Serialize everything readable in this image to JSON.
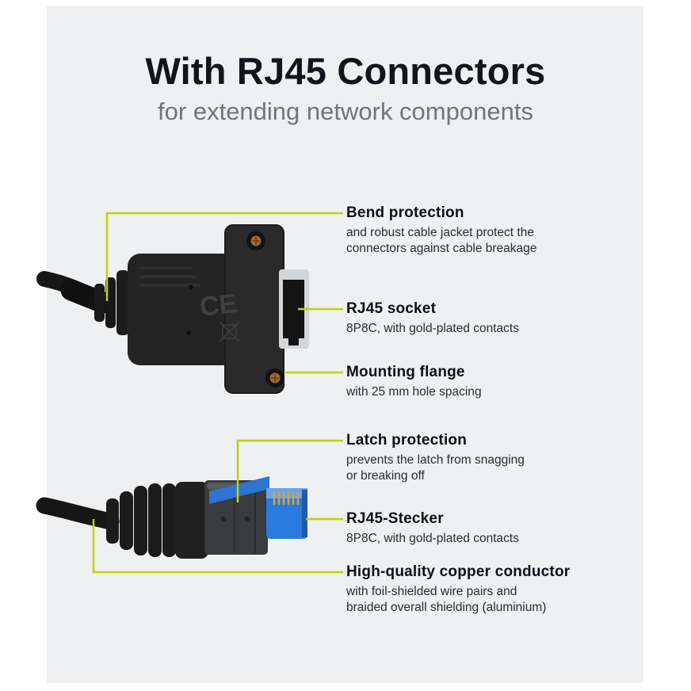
{
  "header": {
    "title": "With RJ45 Connectors",
    "subtitle": "for extending network components"
  },
  "colors": {
    "accent_green": "#c0d203",
    "canvas_background": "#eef0f2",
    "heading_text": "#14141c",
    "subtitle_text": "#73737a",
    "body_text": "#2b2b33",
    "latch_blue": "#2b7ade",
    "contact_gold": "#d7a23b",
    "screw_copper": "#a06b2e"
  },
  "products": {
    "socket": {
      "ce_marking": "CE"
    }
  },
  "callouts": [
    {
      "title": "Bend protection",
      "body": "and robust cable jacket protect the\nconnectors against cable breakage"
    },
    {
      "title": "RJ45 socket",
      "body": "8P8C, with gold-plated contacts"
    },
    {
      "title": "Mounting flange",
      "body": "with 25 mm hole spacing"
    },
    {
      "title": "Latch protection",
      "body": "prevents the latch from snagging\nor breaking off"
    },
    {
      "title": "RJ45-Stecker",
      "body": "8P8C, with gold-plated contacts"
    },
    {
      "title": "High-quality copper conductor",
      "body": "with foil-shielded wire pairs and\nbraided overall shielding (aluminium)"
    }
  ]
}
